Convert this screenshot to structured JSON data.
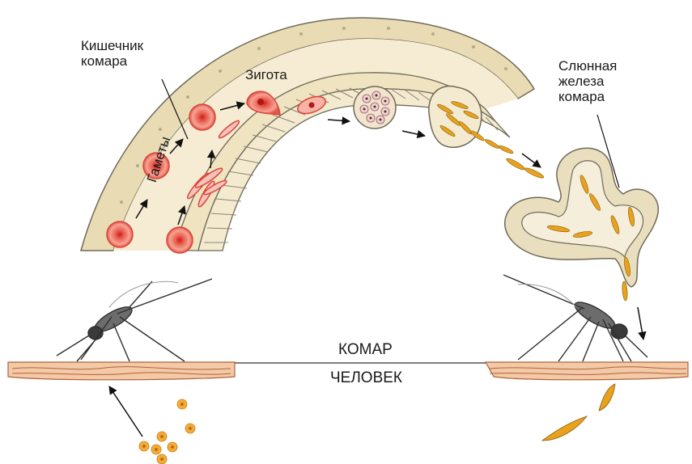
{
  "labels": {
    "gut_line1": "Кишечник",
    "gut_line2": "комара",
    "zygote": "Зигота",
    "gland_line1": "Слюнная",
    "gland_line2": "железа",
    "gland_line3": "комара",
    "gametes": "Гаметы",
    "mosquito": "КОМАР",
    "human": "ЧЕЛОВЕК"
  },
  "colors": {
    "gut_fill": "#f3e9cf",
    "gut_wall": "#e8dcb6",
    "cell_outline": "#8a8a7a",
    "gamete_red": "#e0463a",
    "gamete_pink": "#f4a9a0",
    "sporozoite": "#e8a21c",
    "skin": "#f3c9a6",
    "skin_line": "#b0623c",
    "merozoite": "#f0a830"
  }
}
